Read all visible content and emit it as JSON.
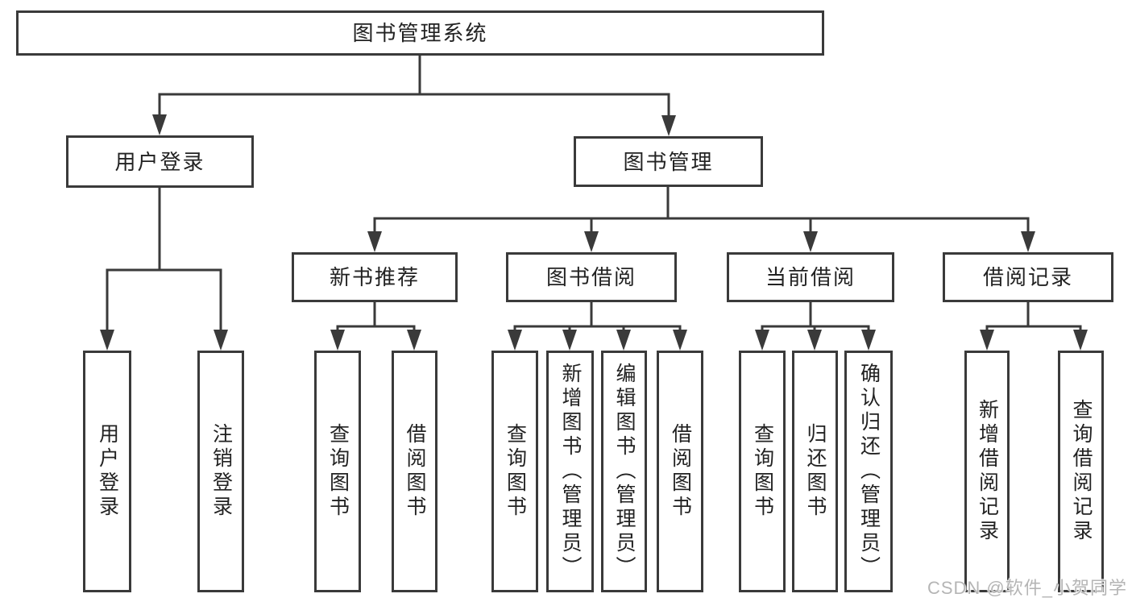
{
  "nodes": {
    "root": "图书管理系统",
    "level2": [
      {
        "label": "用户登录",
        "leaves": [
          "用户登录",
          "注销登录"
        ]
      },
      {
        "label": "图书管理",
        "groups": [
          {
            "label": "新书推荐",
            "leaves": [
              "查询图书",
              "借阅图书"
            ]
          },
          {
            "label": "图书借阅",
            "leaves": [
              "查询图书",
              "新增图书（管理员）",
              "编辑图书（管理员）",
              "借阅图书"
            ]
          },
          {
            "label": "当前借阅",
            "leaves": [
              "查询图书",
              "归还图书",
              "确认归还（管理员）"
            ]
          },
          {
            "label": "借阅记录",
            "leaves": [
              "新增借阅记录",
              "查询借阅记录"
            ]
          }
        ]
      }
    ]
  },
  "watermark": "CSDN @软件_小贺同学",
  "colors": {
    "line": "#3a3a3a",
    "box_border": "#3a3a3a",
    "box_fill": "#ffffff",
    "text": "#222222",
    "watermark": "#b5b5b5",
    "background": "#ffffff"
  }
}
